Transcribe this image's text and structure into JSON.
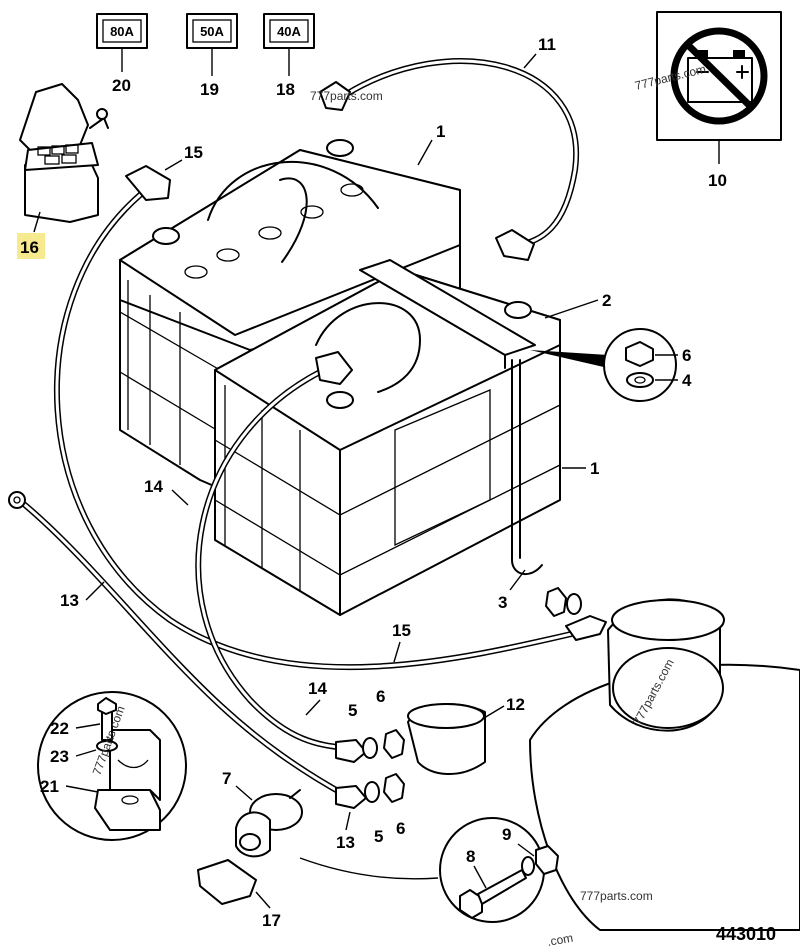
{
  "fuses": [
    {
      "rating": "80A",
      "callout": "20"
    },
    {
      "rating": "50A",
      "callout": "19"
    },
    {
      "rating": "40A",
      "callout": "18"
    }
  ],
  "callouts": {
    "battery_top": "1",
    "battery_front": "1",
    "bracket": "2",
    "rod": "3",
    "washer_detail": "4",
    "washer_left": "5",
    "washer_left_lower": "5",
    "nut_detail": "6",
    "nut_left": "6",
    "nut_left_lower": "6",
    "isolator": "7",
    "bolt": "8",
    "nut_right": "9",
    "warning": "10",
    "cable_top": "11",
    "sleeve": "12",
    "cable_left": "13",
    "cable_left_lower": "13",
    "cable_mid": "14",
    "cable_mid_lower": "14",
    "cable_clamp_top": "15",
    "cable_long": "15",
    "fuse_box": "16",
    "key": "17",
    "bracket_detail": "21",
    "detail_screw": "22",
    "detail_washer": "23"
  },
  "watermarks": {
    "top_left": "777parts.com",
    "top_right": "777parts.com",
    "right": "777parts.com",
    "bottom": "777parts.com",
    "detail": "777parts.com",
    "bottom_edge": ".com"
  },
  "drawing_code": "443010",
  "colors": {
    "highlight": "#f7e98e",
    "line": "#000000"
  }
}
